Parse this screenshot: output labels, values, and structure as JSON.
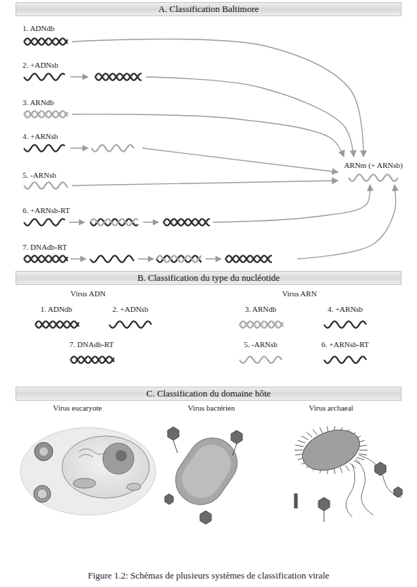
{
  "diagram": {
    "caption": "Figure 1.2: Schémas de plusieurs systèmes de classification virale",
    "nodes": [
      {
        "text": [
          "A. Classification Baltimore"
        ]
      },
      {
        "text": [
          "1. ADNdb"
        ]
      },
      {
        "text": [
          "2. +ADNsb"
        ]
      },
      {
        "text": [
          "3. ARNdb"
        ]
      },
      {
        "text": [
          "4. +ARNsb"
        ]
      },
      {
        "text": [
          "5. -ARNsb"
        ]
      },
      {
        "text": [
          "6. +ARNsb-RT"
        ]
      },
      {
        "text": [
          "7. DNAdb-RT"
        ]
      },
      {
        "text": [
          "ARNm (+ ARNsb)"
        ]
      },
      {
        "text": [
          "B. Classification du type du nucléotide"
        ]
      },
      {
        "text": [
          "C. Classification du domaine hôte"
        ]
      }
    ],
    "edges": [
      {
        "from": 1,
        "to": 8,
        "arrow": "to"
      },
      {
        "from": 2,
        "to": 8,
        "arrow": "to"
      },
      {
        "from": 3,
        "to": 8,
        "arrow": "to"
      },
      {
        "from": 4,
        "to": 8,
        "arrow": "to"
      },
      {
        "from": 5,
        "to": 8,
        "arrow": "to"
      },
      {
        "from": 6,
        "to": 8,
        "arrow": "to"
      },
      {
        "from": 7,
        "to": 8,
        "arrow": "to"
      }
    ],
    "labels": [
      "Virus ADN",
      "Virus ARN",
      "1. ADNdb",
      "2. +ADNsb",
      "7. DNAdb-RT",
      "3. ARNdb",
      "4. +ARNsb",
      "5. -ARNsb",
      "6. +ARNsb-RT",
      "Virus eucaryote",
      "Virus bactérien",
      "Virus archaeal"
    ]
  }
}
